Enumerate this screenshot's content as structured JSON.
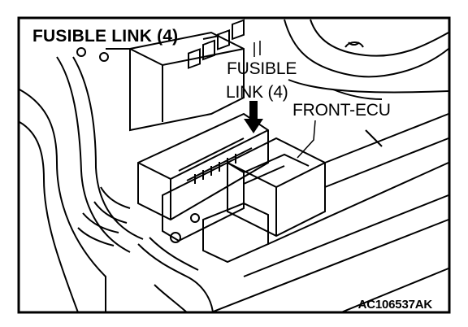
{
  "diagram": {
    "title": "FUSIBLE LINK (4)",
    "callout_fusible_link_line1": "FUSIBLE",
    "callout_fusible_link_line2": "LINK (4)",
    "callout_front_ecu": "FRONT-ECU",
    "figure_id": "AC106537AK"
  },
  "colors": {
    "line": "#000000",
    "background": "#ffffff",
    "shade": "#333333"
  },
  "icons": {
    "pointer": "down-arrow-icon"
  }
}
